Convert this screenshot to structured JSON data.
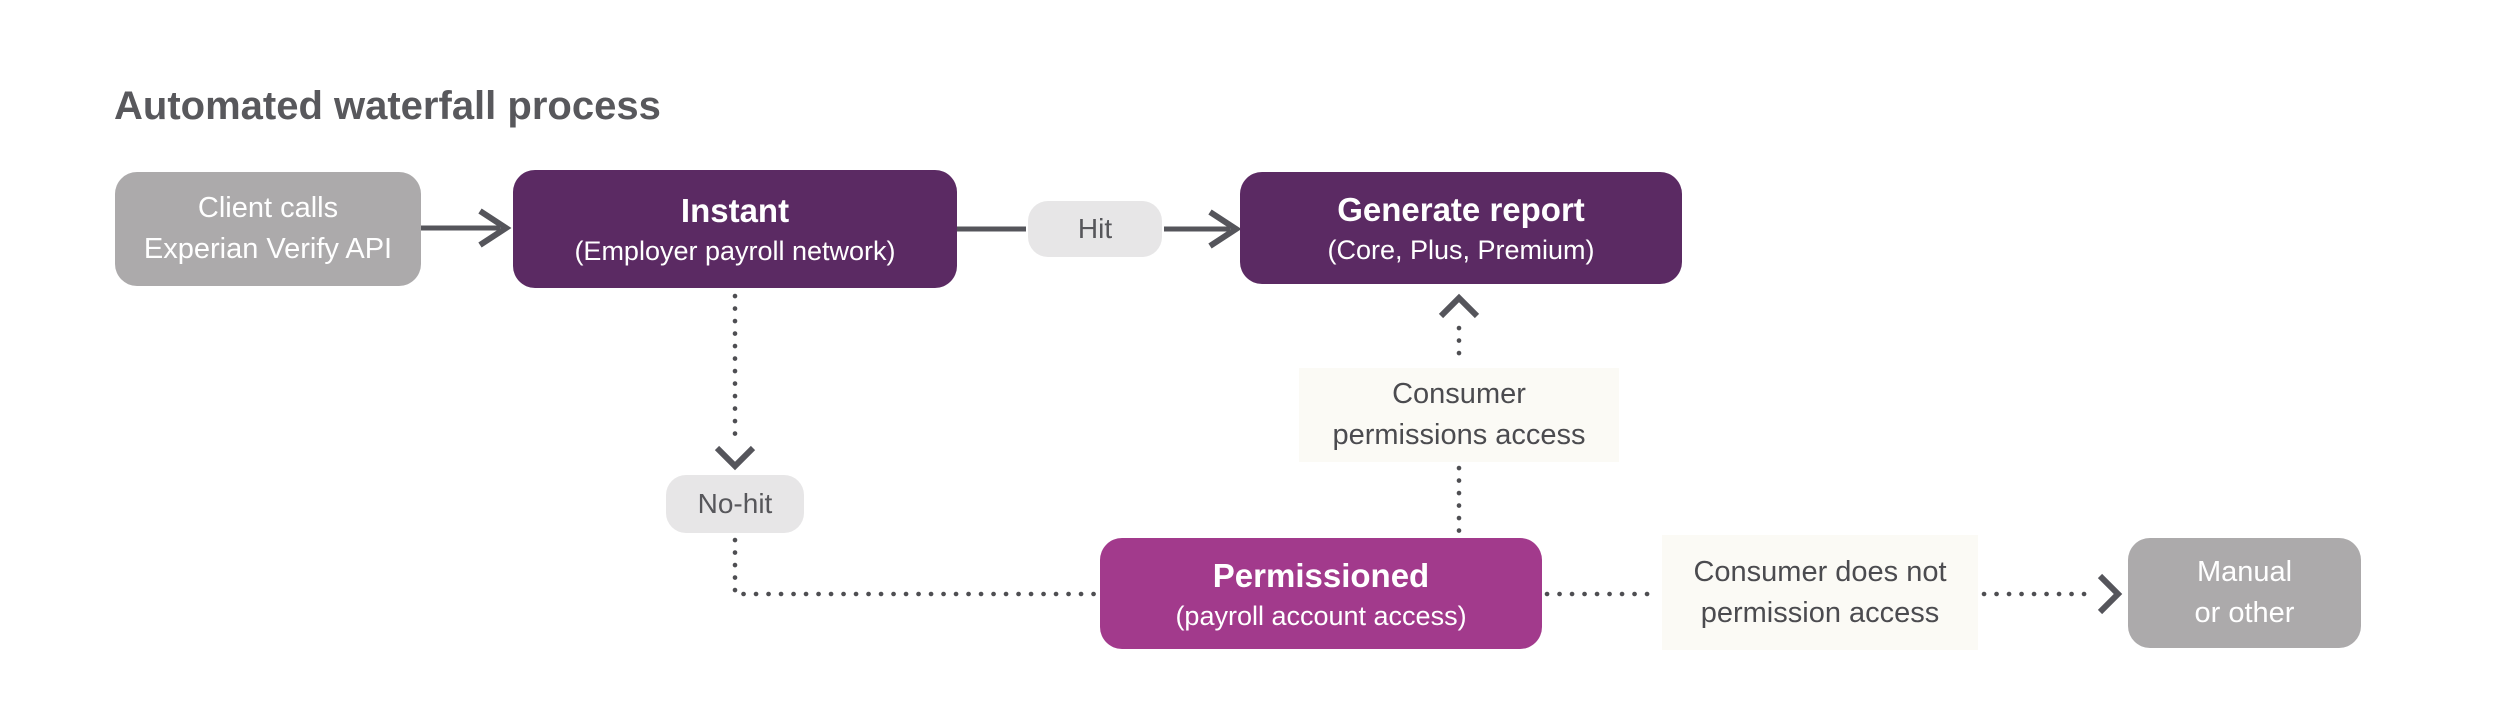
{
  "title": "Automated waterfall process",
  "colors": {
    "background": "#ffffff",
    "title_text": "#58585c",
    "purple_node": "#5b2a63",
    "magenta_node": "#a23a8c",
    "gray_node": "#acaaab",
    "pill_background": "#e7e6e7",
    "pill_text": "#57575b",
    "connector": "#55555b",
    "edge_label_text": "#4b4b4f"
  },
  "nodes": {
    "client": {
      "line1": "Client calls",
      "line2": "Experian Verify API"
    },
    "instant": {
      "title": "Instant",
      "subtitle": "(Employer payroll network)"
    },
    "generate_report": {
      "title": "Generate report",
      "subtitle": "(Core, Plus, Premium)"
    },
    "permissioned": {
      "title": "Permissioned",
      "subtitle": "(payroll account access)"
    },
    "manual": {
      "line1": "Manual",
      "line2": "or other"
    }
  },
  "pills": {
    "hit": "Hit",
    "no_hit": "No-hit"
  },
  "edge_labels": {
    "consumer_permissions": {
      "line1": "Consumer",
      "line2": "permissions access"
    },
    "consumer_no_permission": {
      "line1": "Consumer does not",
      "line2": "permission access"
    }
  }
}
